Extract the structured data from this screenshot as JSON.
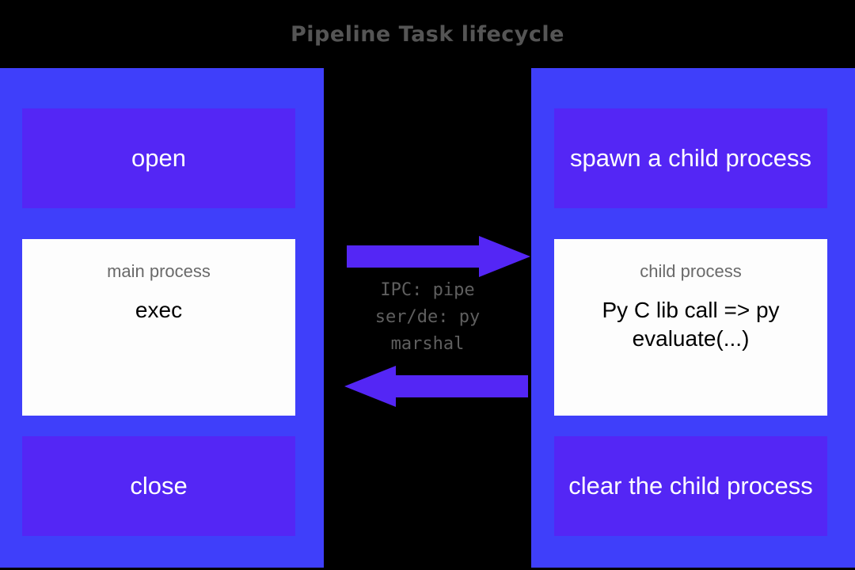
{
  "title": "Pipeline Task lifecycle",
  "colors": {
    "background": "#000000",
    "column": "#3f3ffa",
    "stage_box": "#5426f5",
    "panel": "#fdfdfd",
    "arrow": "#5426f5",
    "title_text": "#555555",
    "muted_text": "#6a6a6a",
    "body_text": "#000000",
    "stage_text": "#ffffff"
  },
  "left_column": {
    "name": "main-process-column",
    "top_stage": "open",
    "panel": {
      "title": "main process",
      "body": "exec"
    },
    "bottom_stage": "close"
  },
  "right_column": {
    "name": "child-process-column",
    "top_stage": "spawn a child process",
    "panel": {
      "title": "child process",
      "body": "Py C lib call => py evaluate(...)"
    },
    "bottom_stage": "clear the child process"
  },
  "channel": {
    "arrow_right_label": "request-arrow",
    "arrow_left_label": "response-arrow",
    "label_lines": [
      "IPC: pipe",
      "ser/de: py",
      "marshal"
    ]
  }
}
